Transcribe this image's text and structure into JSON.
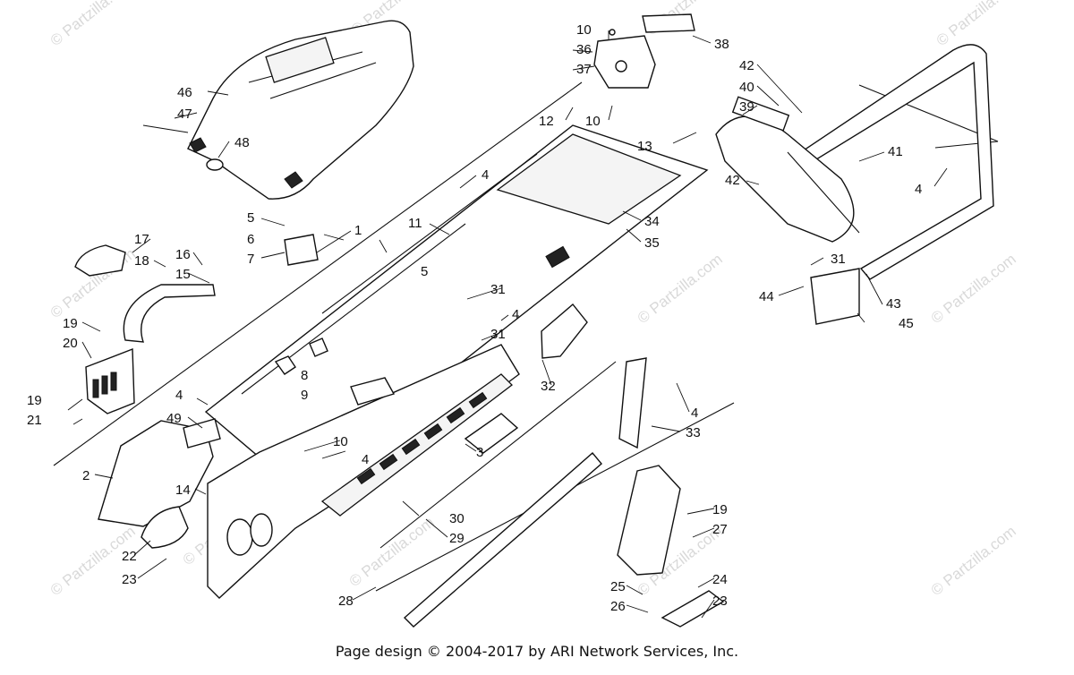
{
  "diagram": {
    "callouts": [
      "1",
      "2",
      "3",
      "4",
      "4",
      "4",
      "4",
      "4",
      "4",
      "5",
      "5",
      "6",
      "7",
      "8",
      "9",
      "10",
      "10",
      "10",
      "11",
      "12",
      "13",
      "14",
      "15",
      "16",
      "17",
      "18",
      "19",
      "19",
      "19",
      "20",
      "21",
      "22",
      "23",
      "23",
      "24",
      "25",
      "26",
      "27",
      "28",
      "29",
      "30",
      "31",
      "31",
      "31",
      "32",
      "33",
      "34",
      "35",
      "36",
      "37",
      "38",
      "39",
      "40",
      "41",
      "42",
      "42",
      "43",
      "44",
      "45",
      "46",
      "47",
      "48",
      "49"
    ],
    "watermark_text": "© Partzilla.com",
    "center_watermark_text": "© Partzilla.com"
  },
  "footer": {
    "text": "Page design © 2004-2017 by ARI Network Services, Inc."
  }
}
